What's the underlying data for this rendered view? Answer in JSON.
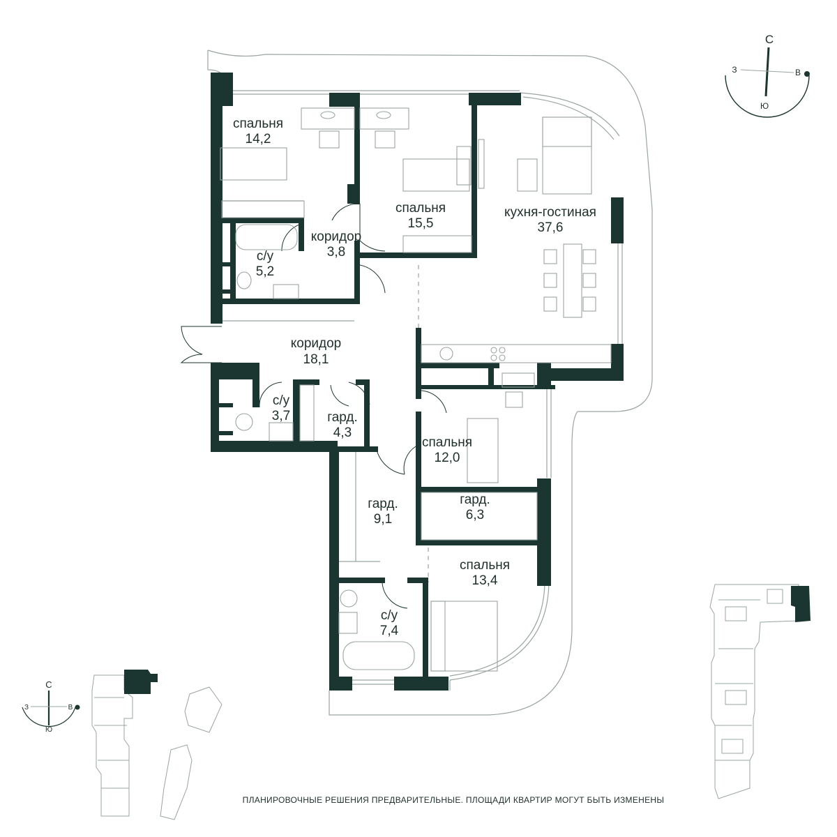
{
  "colors": {
    "wall": "#1b3530",
    "line": "#9aa4a1",
    "text": "#1f2f2b",
    "background": "#ffffff"
  },
  "rooms": [
    {
      "id": "bedroom-1",
      "name": "спальня",
      "area": "14,2"
    },
    {
      "id": "bedroom-2",
      "name": "спальня",
      "area": "15,5"
    },
    {
      "id": "kitchen-living",
      "name": "кухня-гостиная",
      "area": "37,6"
    },
    {
      "id": "corridor-small",
      "name": "коридор",
      "area": "3,8"
    },
    {
      "id": "bathroom-1",
      "name": "с/у",
      "area": "5,2"
    },
    {
      "id": "corridor-main",
      "name": "коридор",
      "area": "18,1"
    },
    {
      "id": "bathroom-2",
      "name": "с/у",
      "area": "3,7"
    },
    {
      "id": "wardrobe-1",
      "name": "гард.",
      "area": "4,3"
    },
    {
      "id": "bedroom-3",
      "name": "спальня",
      "area": "12,0"
    },
    {
      "id": "wardrobe-2",
      "name": "гард.",
      "area": "9,1"
    },
    {
      "id": "wardrobe-3",
      "name": "гард.",
      "area": "6,3"
    },
    {
      "id": "bedroom-4",
      "name": "спальня",
      "area": "13,4"
    },
    {
      "id": "bathroom-3",
      "name": "с/у",
      "area": "7,4"
    }
  ],
  "compass_large": {
    "north": "С",
    "west": "З",
    "east": "В",
    "south": "Ю"
  },
  "compass_small": {
    "north": "С",
    "west": "З",
    "east": "В",
    "south": "Ю"
  },
  "disclaimer": "ПЛАНИРОВОЧНЫЕ РЕШЕНИЯ ПРЕДВАРИТЕЛЬНЫЕ. ПЛОЩАДИ КВАРТИР МОГУТ БЫТЬ ИЗМЕНЕНЫ"
}
